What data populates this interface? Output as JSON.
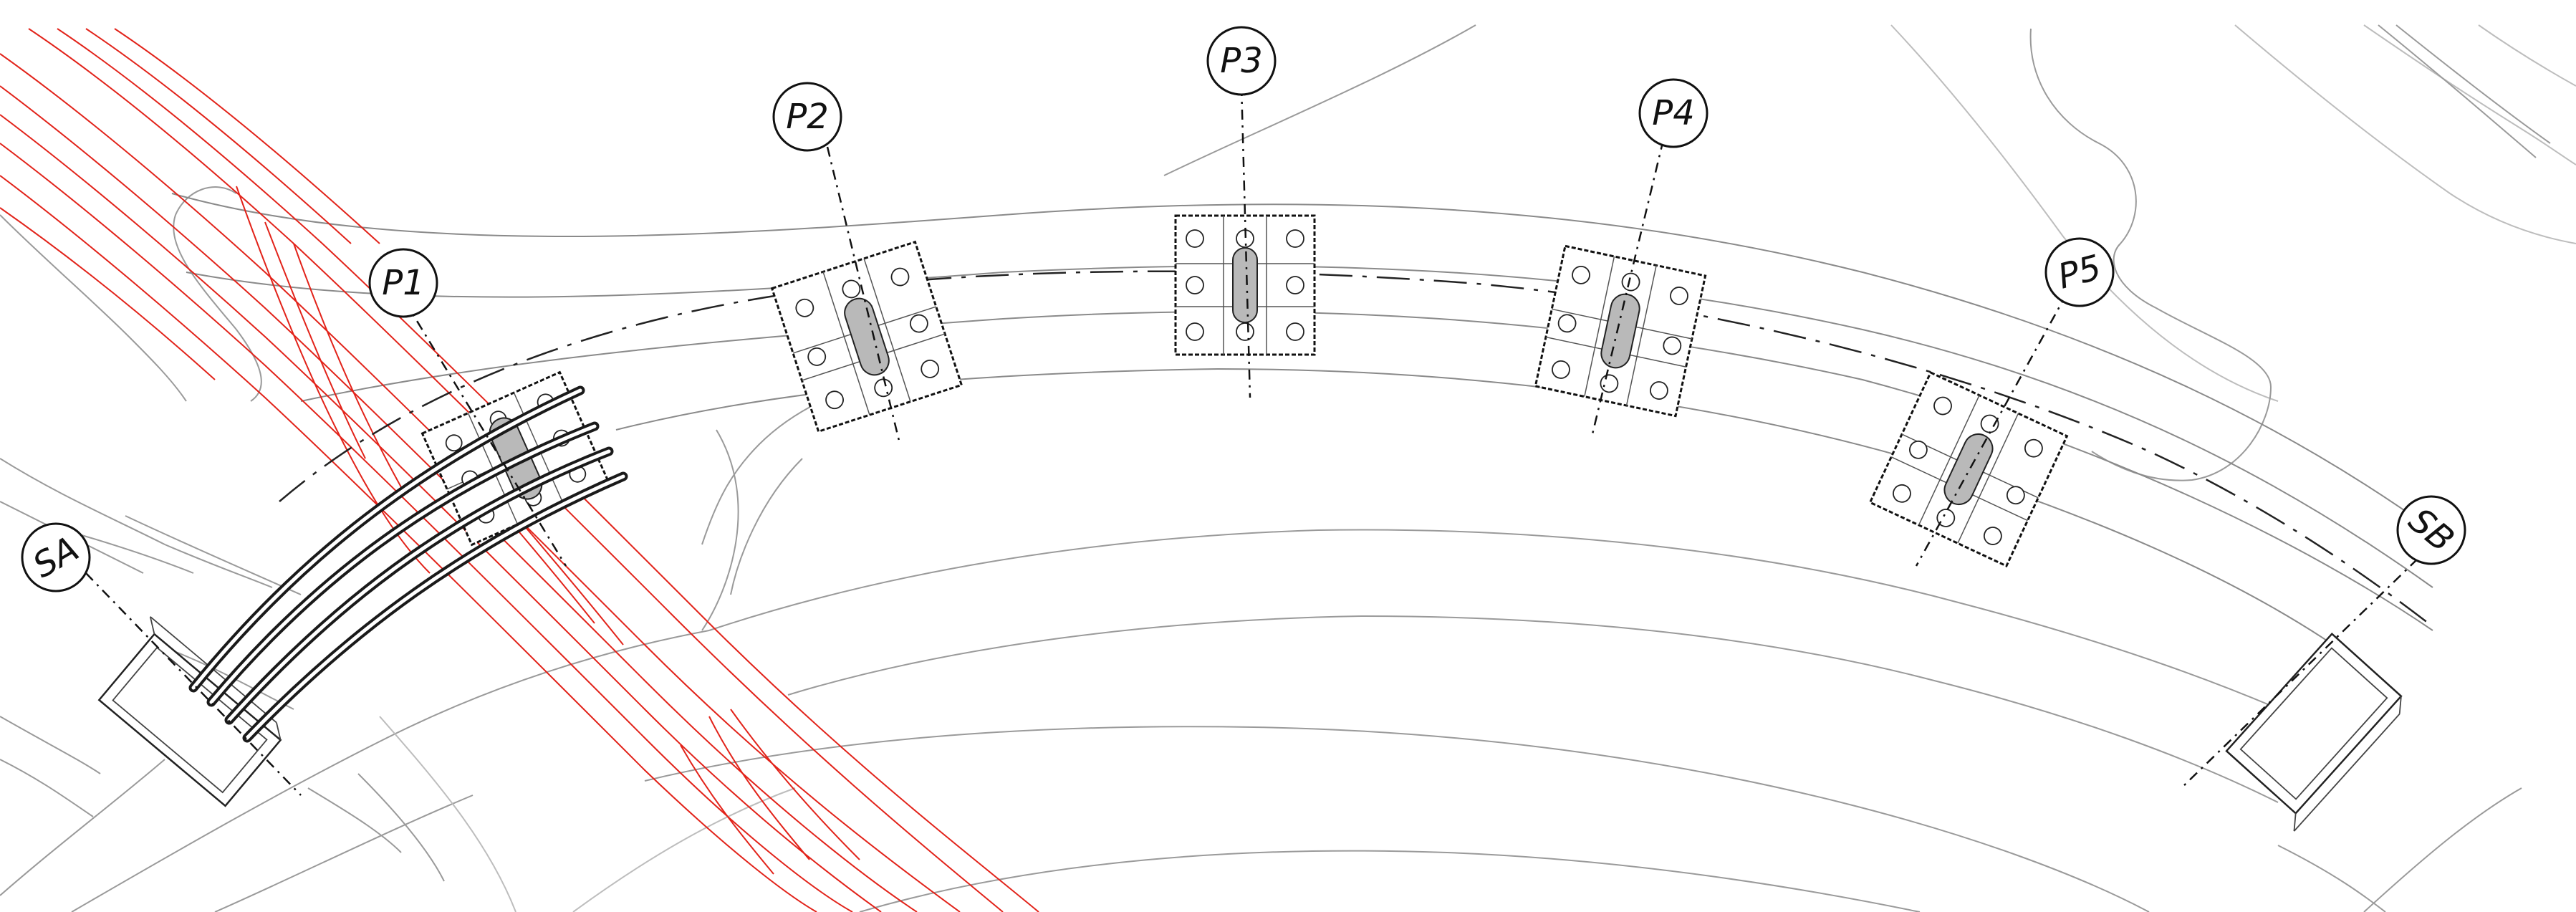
{
  "drawing": {
    "labels": {
      "SA": "SA",
      "P1": "P1",
      "P2": "P2",
      "P3": "P3",
      "P4": "P4",
      "P5": "P5",
      "SB": "SB"
    },
    "colors": {
      "red_band": "#e2231a",
      "linework": "#111111",
      "contours": "#9a9a9a",
      "column_fill": "#b9b9b9"
    }
  }
}
